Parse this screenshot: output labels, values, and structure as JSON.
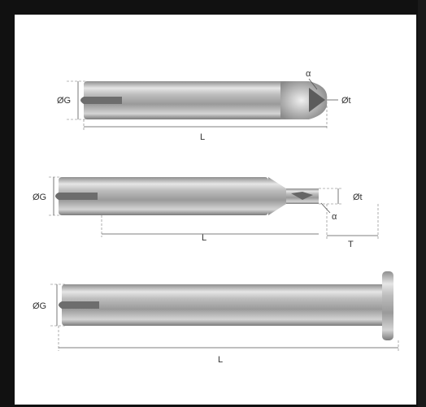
{
  "diagram_1": {
    "label_diameter_shank": "ØG",
    "label_alpha": "α",
    "label_diameter_tip": "Øt",
    "label_length": "L"
  },
  "diagram_2": {
    "label_diameter_shank": "ØG",
    "label_diameter_tip": "Øt",
    "label_alpha": "α",
    "label_length": "L",
    "label_tip_length": "T"
  },
  "diagram_3": {
    "label_diameter_shank": "ØG",
    "label_length": "L"
  },
  "colors": {
    "background": "#111111",
    "panel": "#ffffff",
    "tool_steel": "#b0b0b0",
    "dimension_line": "#555555"
  }
}
